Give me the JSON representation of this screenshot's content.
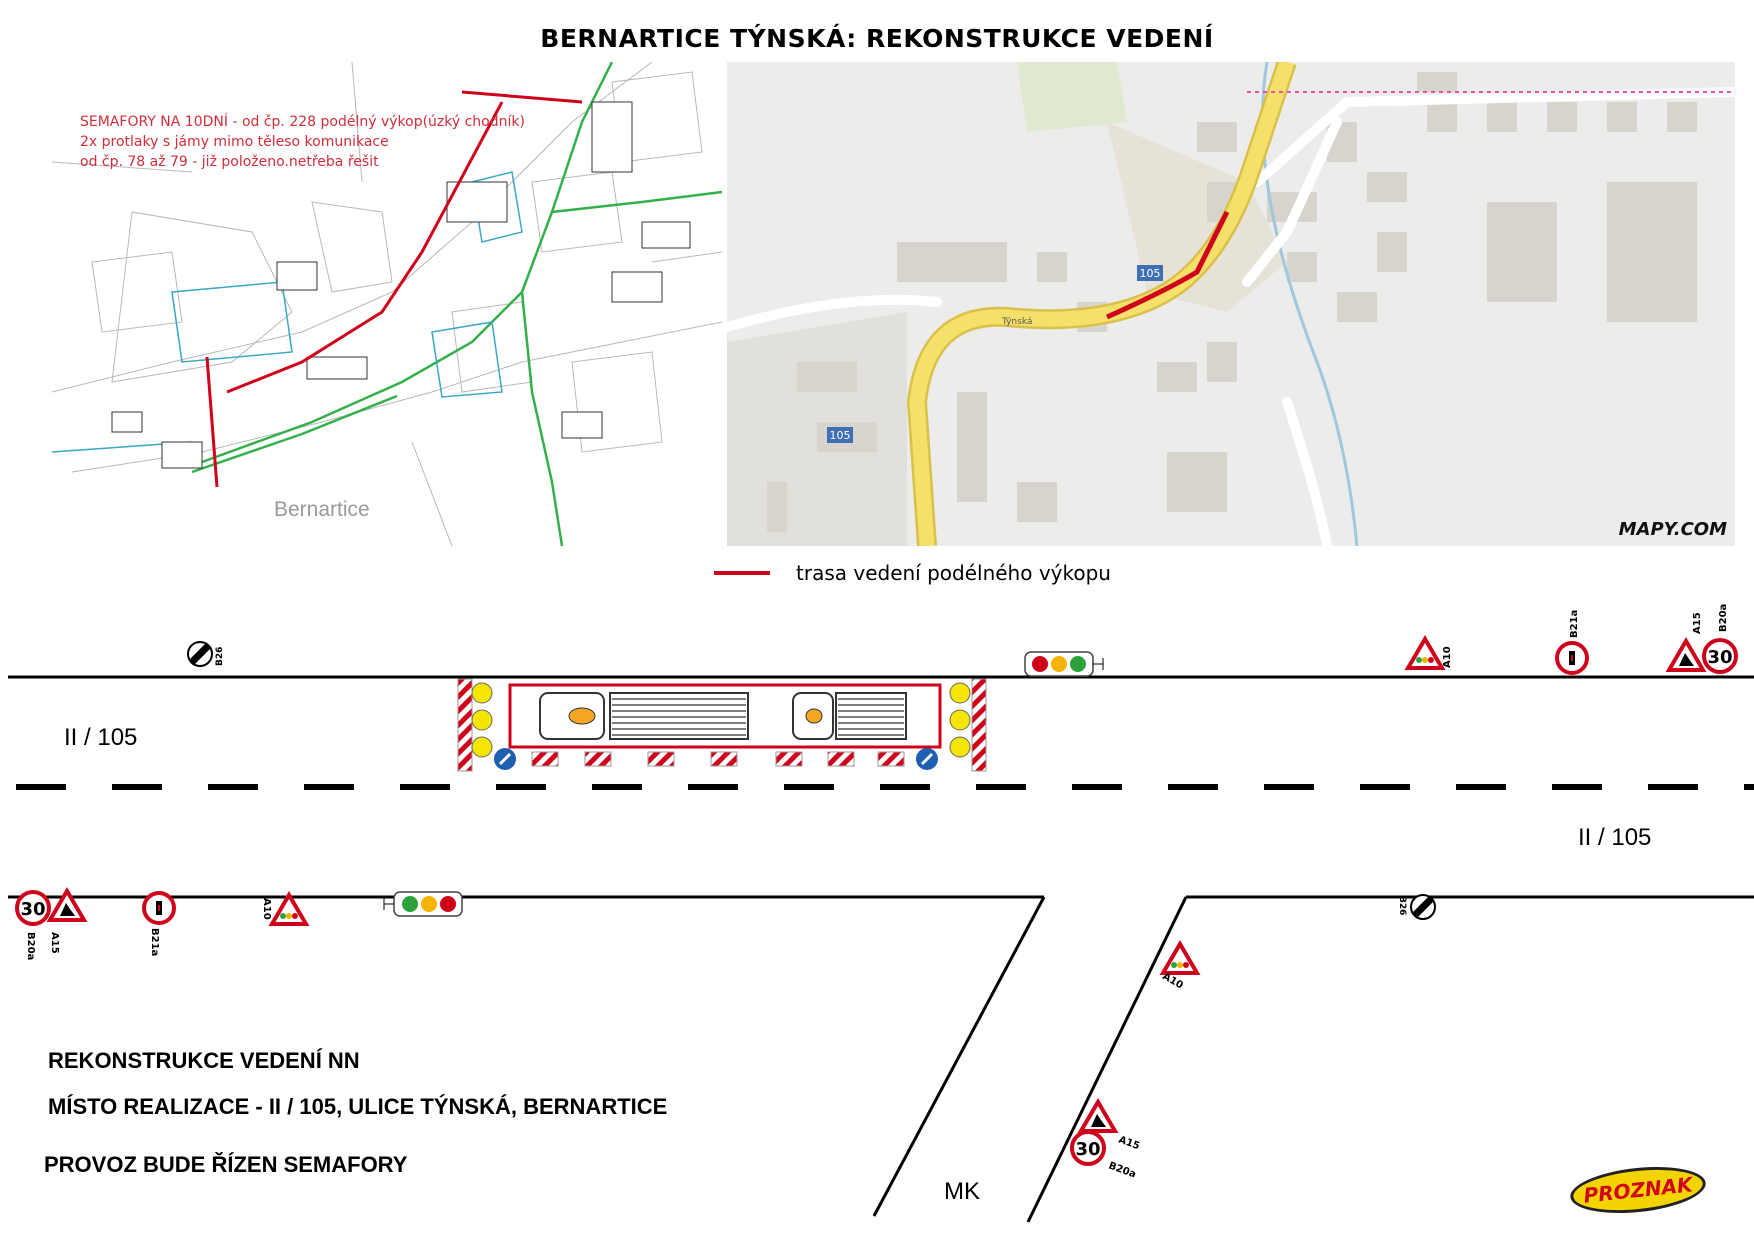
{
  "title": "BERNARTICE TÝNSKÁ: REKONSTRUKCE VEDENÍ",
  "cad_panel": {
    "notes": [
      "SEMAFORY NA 10DNÍ - od čp. 228 podélný výkop(úzký chodník)",
      "2x protlaky s jámy mimo těleso komunikace",
      "od čp. 78 až 79 - již položeno.netřeba řešit"
    ],
    "town_label": "Bernartice"
  },
  "map_panel": {
    "road_label": "Týnská",
    "route_number": "105",
    "logo": "MAPY.COM",
    "colors": {
      "road": "#f5e06a",
      "background": "#ececea",
      "buildings": "#d7d4cd",
      "route": "#d0021b"
    }
  },
  "legend": {
    "label": "trasa vedení podélného výkopu",
    "color": "#d0021b"
  },
  "scheme": {
    "road_label_left": "II / 105",
    "road_label_right": "II / 105",
    "side_road_label": "MK",
    "sign_codes": {
      "b26": "B26",
      "a10": "A10",
      "b21a": "B21a",
      "a15": "A15",
      "b20a": "B20a"
    },
    "speed_limit": "30"
  },
  "info": {
    "line1": "REKONSTRUKCE VEDENÍ NN",
    "line2": "MÍSTO REALIZACE - II / 105, ULICE TÝNSKÁ, BERNARTICE",
    "line3": "PROVOZ BUDE ŘÍZEN SEMAFORY"
  },
  "logo": "PROZNAK"
}
